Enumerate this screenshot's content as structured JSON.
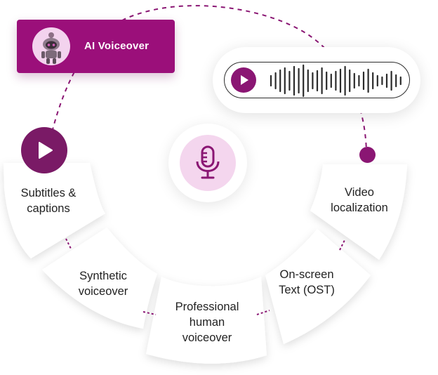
{
  "badge": {
    "label": "AI Voiceover",
    "avatar_icon": "robot-avatar-icon"
  },
  "audio_player": {
    "play_icon": "play-icon",
    "waveform_icon": "waveform-icon"
  },
  "center_icon": "microphone-icon",
  "segments": [
    {
      "id": "subtitles",
      "label": "Subtitles &\ncaptions"
    },
    {
      "id": "synthetic",
      "label": "Synthetic\nvoiceover"
    },
    {
      "id": "professional",
      "label": "Professional\nhuman\nvoiceover"
    },
    {
      "id": "ost",
      "label": "On-screen\nText (OST)"
    },
    {
      "id": "video",
      "label": "Video\nlocalization"
    }
  ],
  "colors": {
    "accent": "#9b0f7a",
    "accent_dark": "#7a1a66",
    "mic_bg": "#f4d6ee",
    "dashed_line": "#8a1673"
  }
}
